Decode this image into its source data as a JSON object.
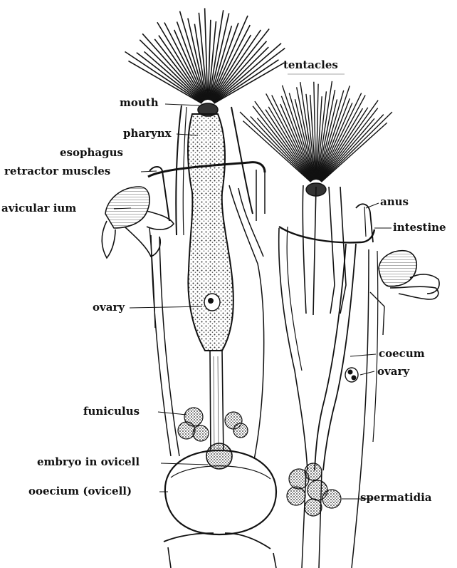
{
  "labels": {
    "tentacles": "tentacles",
    "mouth": "mouth",
    "pharynx": "pharynx",
    "esophagus": "esophagus",
    "retractor_muscles": "retractor muscles",
    "avicularium": "avicular ium",
    "anus": "anus",
    "intestine": "intestine",
    "ovary_left": "ovary",
    "coecum": "coecum",
    "ovary_right": "ovary",
    "funiculus": "funiculus",
    "embryo": "embryo in ovicell",
    "ooecium": "ooecium (ovicell)",
    "spermatidia": "spermatidia"
  },
  "colors": {
    "ink": "#111111",
    "paper": "#ffffff",
    "stipple": "#444444"
  }
}
